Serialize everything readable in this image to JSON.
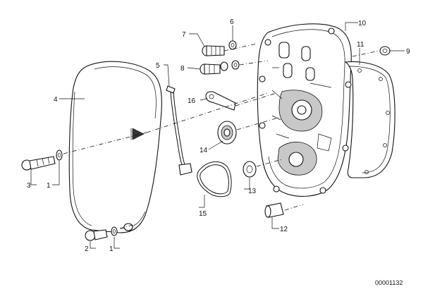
{
  "callouts": {
    "c1a": "1",
    "c1b": "1",
    "c2": "2",
    "c3": "3",
    "c4": "4",
    "c5": "5",
    "c6": "6",
    "c7": "7",
    "c8": "8",
    "c9": "9",
    "c10": "10",
    "c11": "11",
    "c12": "12",
    "c13": "13",
    "c14": "14",
    "c15": "15",
    "c16": "16"
  },
  "document_number": "00001132"
}
